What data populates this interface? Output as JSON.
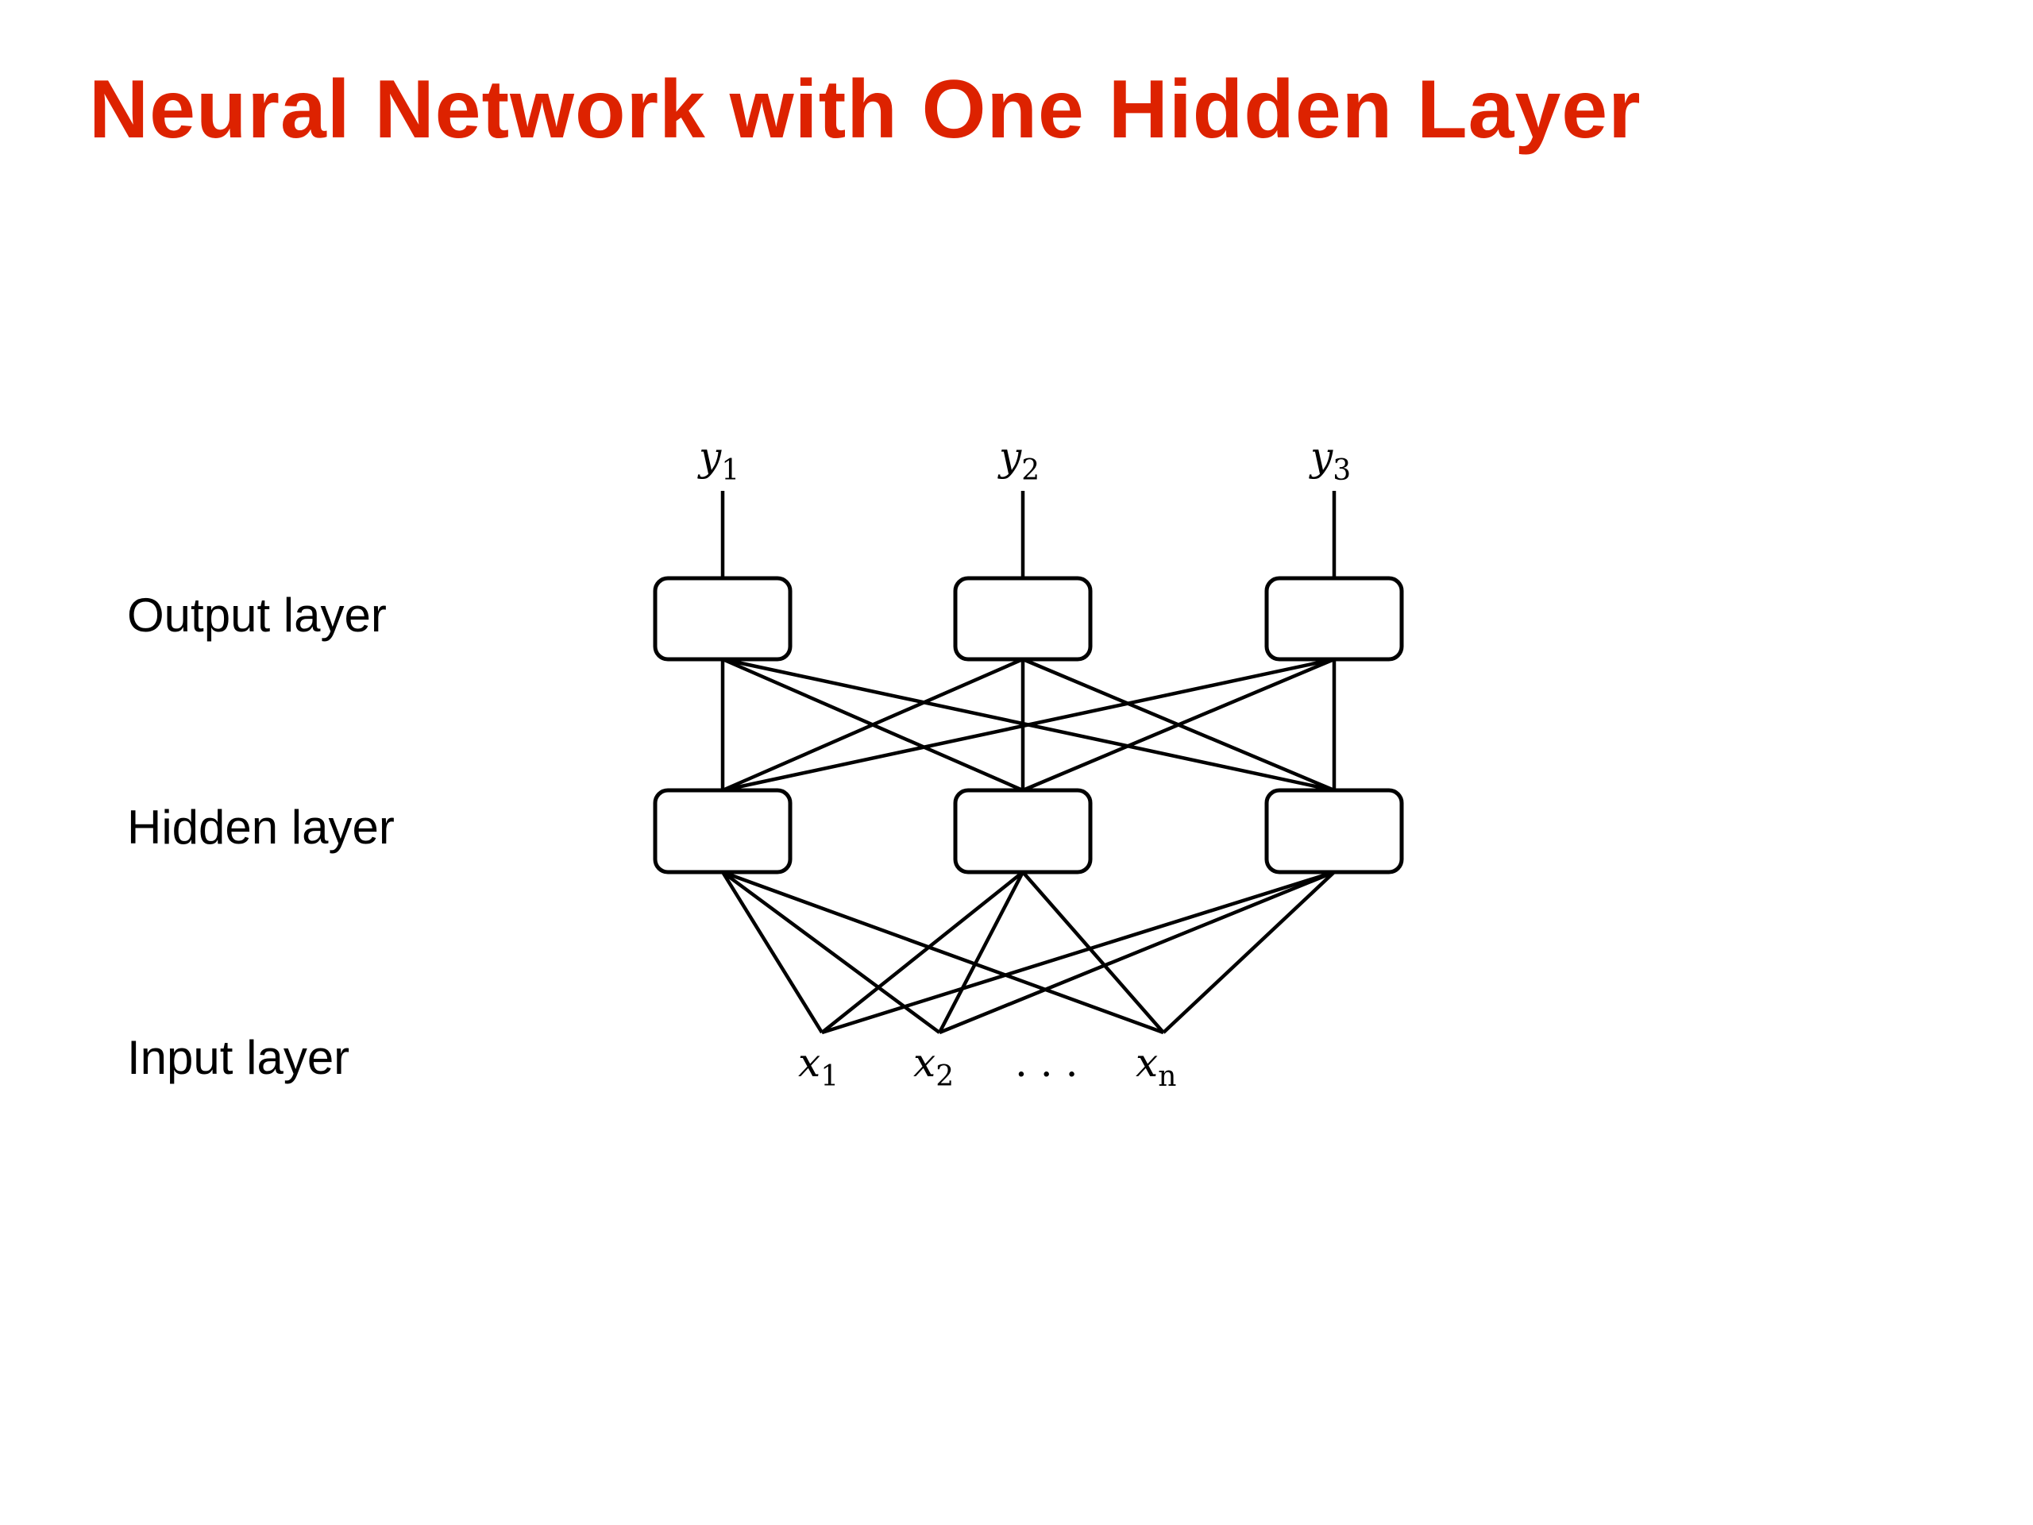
{
  "title": "Neural Network with One Hidden Layer",
  "colors": {
    "title": "#dd2200",
    "ink": "#000000",
    "background": "#ffffff"
  },
  "layers": {
    "output": {
      "label": "Output layer",
      "node_count": 3
    },
    "hidden": {
      "label": "Hidden layer",
      "node_count": 3
    },
    "input": {
      "label": "Input layer"
    }
  },
  "outputs": [
    {
      "symbol": "y",
      "sub": "1"
    },
    {
      "symbol": "y",
      "sub": "2"
    },
    {
      "symbol": "y",
      "sub": "3"
    }
  ],
  "inputs": [
    {
      "symbol": "x",
      "sub": "1"
    },
    {
      "symbol": "x",
      "sub": "2"
    },
    {
      "symbol": "x",
      "sub": "n"
    }
  ],
  "ellipsis": ". . ."
}
